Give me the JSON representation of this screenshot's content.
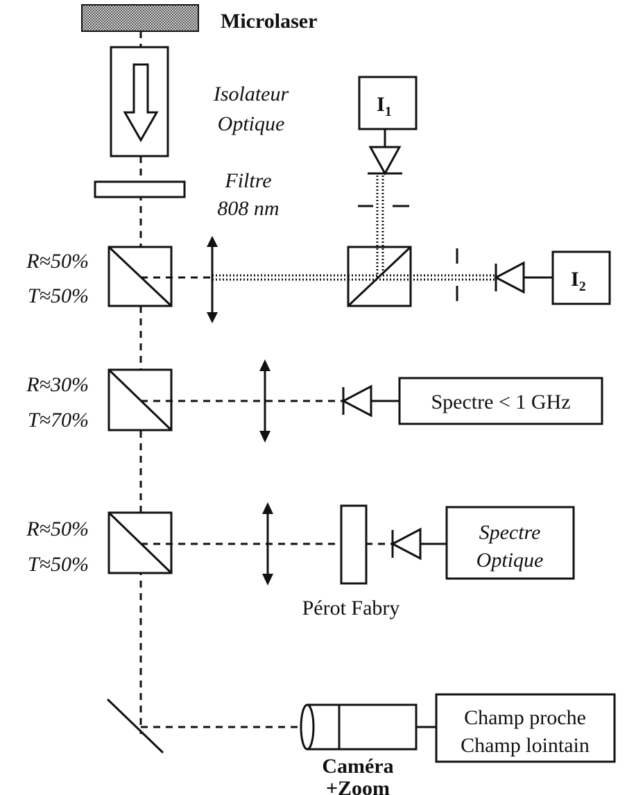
{
  "labels": {
    "microlaser": "Microlaser",
    "isolator_line1": "Isolateur",
    "isolator_line2": "Optique",
    "filter_line1": "Filtre",
    "filter_line2": "808 nm",
    "bs1_r": "R≈50%",
    "bs1_t": "T≈50%",
    "bs2_r": "R≈30%",
    "bs2_t": "T≈70%",
    "bs3_r": "R≈50%",
    "bs3_t": "T≈50%",
    "i1_main": "I",
    "i1_sub": "1",
    "i2_main": "I",
    "i2_sub": "2",
    "spectrum_rf": "Spectre < 1 GHz",
    "spectrum_opt_line1": "Spectre",
    "spectrum_opt_line2": "Optique",
    "fabry_perot": "Pérot Fabry",
    "camera_line1": "Caméra",
    "camera_line2": "+Zoom",
    "field_line1": "Champ proche",
    "field_line2": "Champ lointain"
  }
}
